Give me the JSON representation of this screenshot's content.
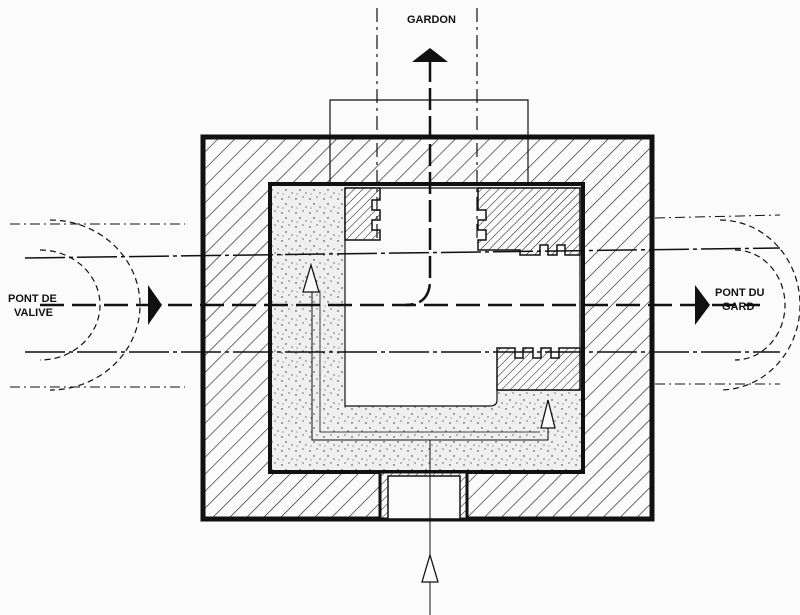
{
  "diagram": {
    "labels": {
      "top": "GARDON",
      "left_line1": "PONT DE",
      "left_line2": "VALIVE",
      "right_line1": "PONT DU",
      "right_line2": "GARD"
    },
    "colors": {
      "ink": "#111111",
      "paper": "#fbfbfb",
      "stipple": "#efefef"
    }
  }
}
